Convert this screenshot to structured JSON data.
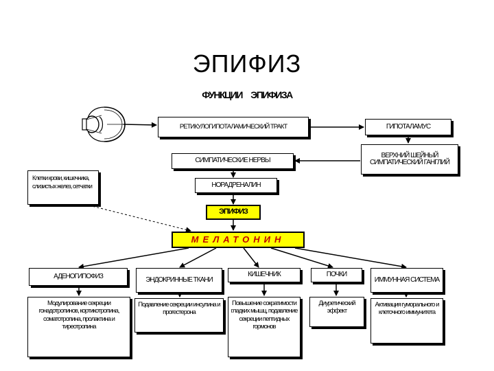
{
  "title": "ЭПИФИЗ",
  "subtitle": "ФУНКЦИИ ЭПИФИЗА",
  "icons": {
    "eye": "eye-icon"
  },
  "nodes": {
    "retino": "РЕТИКУЛОГИПОТАЛАМИЧЕСКИЙ ТРАКТ",
    "hypothalamus": "ГИПОТАЛАМУС",
    "ganglion": "ВЕРХНИЙ ШЕЙНЫЙ СИМПАТИЧЕСКИЙ ГАНГЛИЙ",
    "sympathetic": "СИМПАТИЧЕСКИЕ НЕРВЫ",
    "noradrenaline": "НОРАДРЕНАЛИН",
    "epiphysis": "ЭПИФИЗ",
    "melatonin": "МЕЛАТОНИН",
    "note": "Клетки крови, кишечника, слизистых желез, сетчатки"
  },
  "targets": [
    {
      "label": "АДЕНОГИПОФИЗ",
      "effect": "Модулирование секреции гонадотропинов, кортикотропина, соматотропина, пролактина и тиреотропина"
    },
    {
      "label": "ЭНДОКРИННЫЕ ТКАНИ",
      "effect": "Подавление секреции инсулина и прогестерона"
    },
    {
      "label": "КИШЕЧНИК",
      "effect": "Повышение сократимости гладких мышц, подавление секреции пептидных гормонов"
    },
    {
      "label": "ПОЧКИ",
      "effect": "Диуретический эффект"
    },
    {
      "label": "ИММУННАЯ СИСТЕМА",
      "effect": "Активация гуморального и клеточного иммунитета"
    }
  ]
}
